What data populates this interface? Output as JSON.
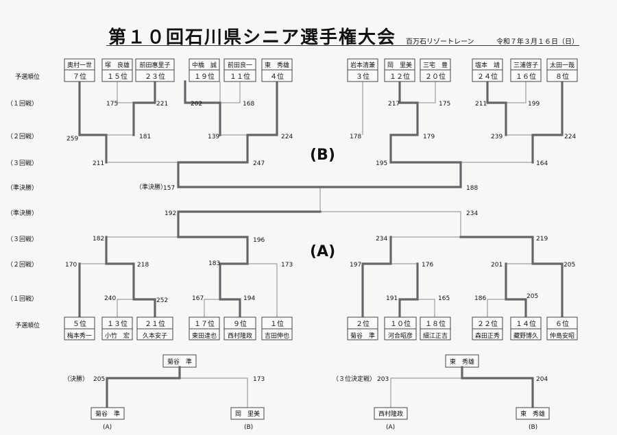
{
  "title": "第１０回石川県シニア選手権大会",
  "venue": "百万石リゾートレーン",
  "date": "令和７年３月１６日（日）",
  "round_labels": {
    "seed": "予選順位",
    "r1": "（１回戦）",
    "r2": "（２回戦）",
    "r3": "（３回戦）",
    "semi": "（準決勝）",
    "semi_b": "（準決勝）",
    "final": "（決勝）",
    "third": "（３位決定戦）"
  },
  "groups": {
    "A": "(A)",
    "B": "(B)",
    "A_small": "(A)",
    "B_small": "(B)"
  },
  "players_b": [
    {
      "name": "奥村一世",
      "seed": "７位"
    },
    {
      "name": "塚　良雄",
      "seed": "１５位"
    },
    {
      "name": "前田惠里子",
      "seed": "２３位"
    },
    {
      "name": "中橋　誠",
      "seed": "１９位"
    },
    {
      "name": "前田良一",
      "seed": "１１位"
    },
    {
      "name": "東　秀雄",
      "seed": "４位"
    },
    {
      "name": "岩本清兼",
      "seed": "３位"
    },
    {
      "name": "岡　里美",
      "seed": "１２位"
    },
    {
      "name": "三宅　豊",
      "seed": "２０位"
    },
    {
      "name": "塩本　靖",
      "seed": "２４位"
    },
    {
      "name": "三浦啓子",
      "seed": "１６位"
    },
    {
      "name": "太田一哉",
      "seed": "８位"
    }
  ],
  "players_a": [
    {
      "name": "梅本秀一",
      "seed": "５位"
    },
    {
      "name": "小竹　宏",
      "seed": "１３位"
    },
    {
      "name": "久本安子",
      "seed": "２１位"
    },
    {
      "name": "東田達也",
      "seed": "１７位"
    },
    {
      "name": "西村隆政",
      "seed": "９位"
    },
    {
      "name": "吉田伸也",
      "seed": "１位"
    },
    {
      "name": "菊谷　準",
      "seed": "２位"
    },
    {
      "name": "河合昭彦",
      "seed": "１０位"
    },
    {
      "name": "細江正吉",
      "seed": "１８位"
    },
    {
      "name": "森田正秀",
      "seed": "２２位"
    },
    {
      "name": "藏野博久",
      "seed": "１４位"
    },
    {
      "name": "仲島安昭",
      "seed": "６位"
    }
  ],
  "scores_b": {
    "r1": [
      "175",
      "221",
      "202",
      "168",
      "217",
      "175",
      "211",
      "199"
    ],
    "r2": [
      "259",
      "181",
      "139",
      "224",
      "178",
      "179",
      "239",
      "224"
    ],
    "r3": [
      "211",
      "247",
      "195",
      "164"
    ],
    "semi": [
      "157",
      "188"
    ]
  },
  "scores_a": {
    "semi": [
      "192",
      "234"
    ],
    "r3": [
      "182",
      "196",
      "234",
      "219"
    ],
    "r2": [
      "170",
      "218",
      "183",
      "173",
      "197",
      "176",
      "201",
      "205"
    ],
    "r1": [
      "240",
      "252",
      "167",
      "194",
      "191",
      "165",
      "186",
      "205"
    ]
  },
  "final": {
    "winner": "菊谷　準",
    "left": {
      "name": "菊谷　準",
      "score": "205",
      "group": "(A)"
    },
    "right": {
      "name": "岡　里美",
      "score": "173",
      "group": "(B)"
    }
  },
  "third": {
    "winner": "東　秀雄",
    "left": {
      "name": "西村隆政",
      "score": "203",
      "group": "(A)"
    },
    "right": {
      "name": "東　秀雄",
      "score": "204",
      "group": "(B)"
    }
  }
}
